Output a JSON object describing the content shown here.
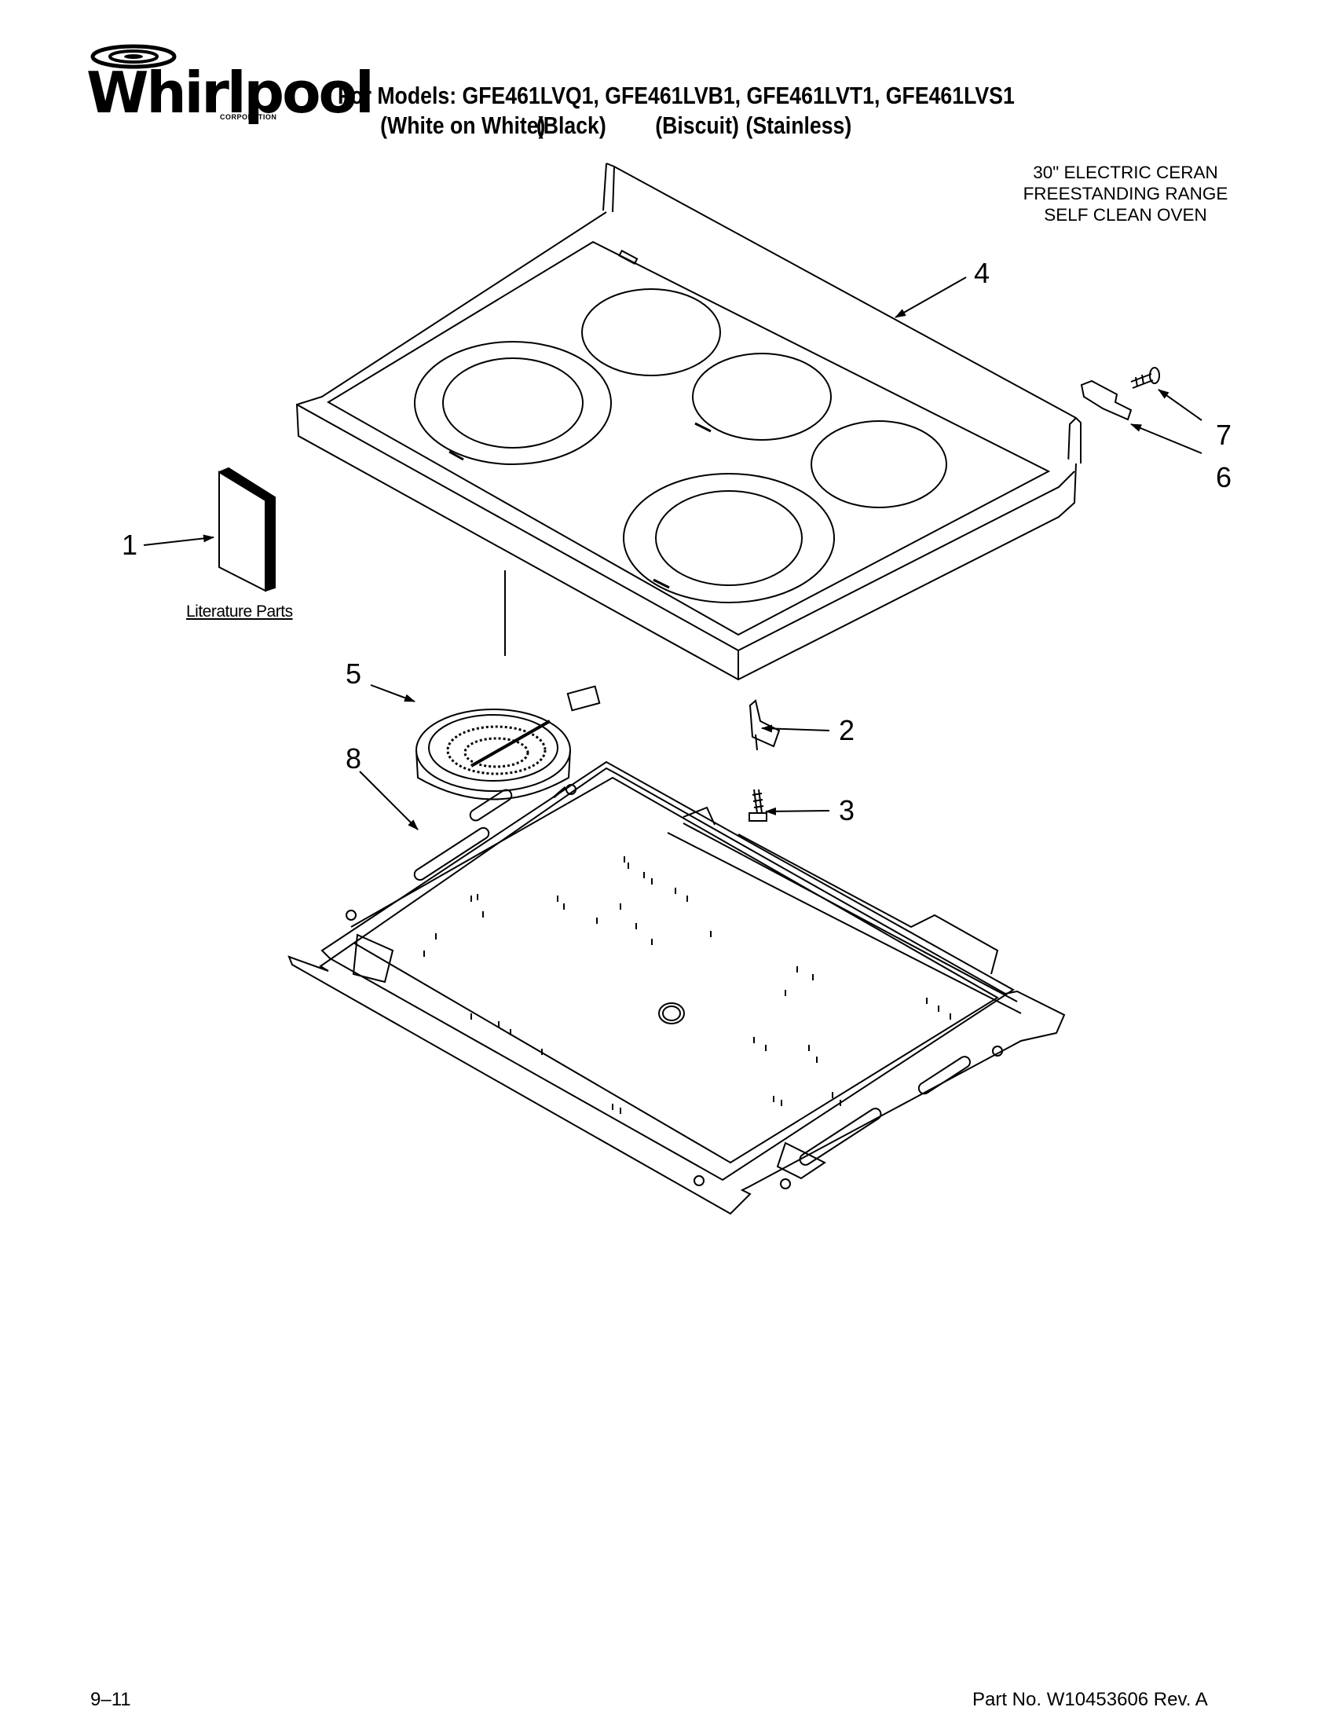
{
  "header": {
    "brand": "Whirlpool",
    "brand_sub": "CORPORATION",
    "models_line": "For Models: GFE461LVQ1, GFE461LVB1, GFE461LVT1, GFE461LVS1",
    "colors": [
      "(White on White)",
      "(Black)",
      "(Biscuit)",
      "(Stainless)"
    ]
  },
  "description": [
    "30\" ELECTRIC CERAN",
    "FREESTANDING RANGE",
    "SELF CLEAN OVEN"
  ],
  "callouts": [
    "1",
    "2",
    "3",
    "4",
    "5",
    "6",
    "7",
    "8"
  ],
  "literature_label": "Literature Parts",
  "footer": {
    "date": "9–11",
    "part_no": "Part No. W10453606 Rev. A"
  }
}
